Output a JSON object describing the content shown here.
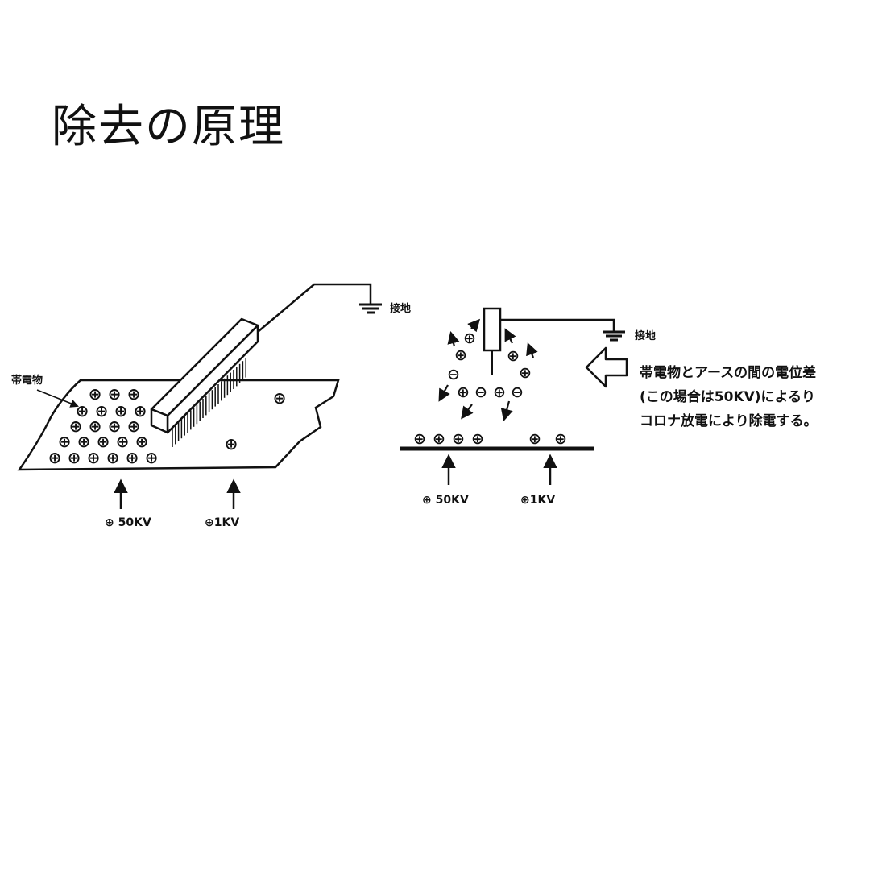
{
  "title": "除去の原理",
  "left": {
    "charged_label": "帯電物",
    "ground_label": "接地",
    "voltage_high": "50KV",
    "voltage_low": "1KV"
  },
  "right": {
    "ground_label": "接地",
    "voltage_high": "50KV",
    "voltage_low": "1KV",
    "description": [
      "帯電物とアースの間の電位差",
      "(この場合は50KV)によるり",
      "コロナ放電により除電する。"
    ]
  },
  "symbols": {
    "plus": "⊕",
    "minus": "⊖"
  }
}
